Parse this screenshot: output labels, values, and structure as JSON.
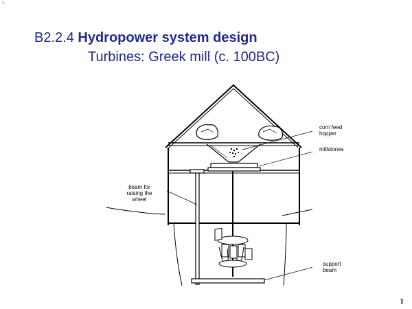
{
  "slide": {
    "title": {
      "section_number": "B2.2.4",
      "heading": "Hydropower system design",
      "subtitle": "Turbines: Greek mill (c. 100BC)"
    },
    "colors": {
      "title": "#1f2a8c",
      "diagram_line": "#000000",
      "background": "#ffffff"
    },
    "diagram": {
      "labels": {
        "corn_feed_hopper": [
          "corn feed",
          "hopper"
        ],
        "millstones": [
          "millstones"
        ],
        "beam_for_raising": [
          "beam for",
          "raising the",
          "wheel"
        ],
        "support_beam": [
          "support",
          "beam"
        ]
      }
    },
    "page_number": "1"
  }
}
